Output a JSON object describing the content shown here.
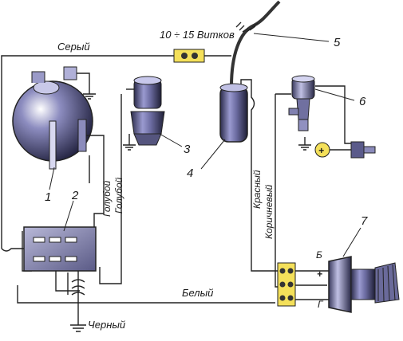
{
  "labels": {
    "turns": "10 ÷ 15 Витков",
    "grey": "Серый",
    "blue1": "Голубой",
    "blue2": "Голубой",
    "red": "Красный",
    "brown": "Коричневый",
    "white": "Белый",
    "black": "Черный"
  },
  "numbers": {
    "n1": "1",
    "n2": "2",
    "n3": "3",
    "n4": "4",
    "n5": "5",
    "n6": "6",
    "n7": "7"
  },
  "switch_terminals": {
    "b": "Б",
    "plus": "+",
    "g": "Г"
  },
  "battery_sign": "+",
  "colors": {
    "component": "#6a6a9a",
    "connector": "#f4e05a",
    "wire": "#222222"
  }
}
